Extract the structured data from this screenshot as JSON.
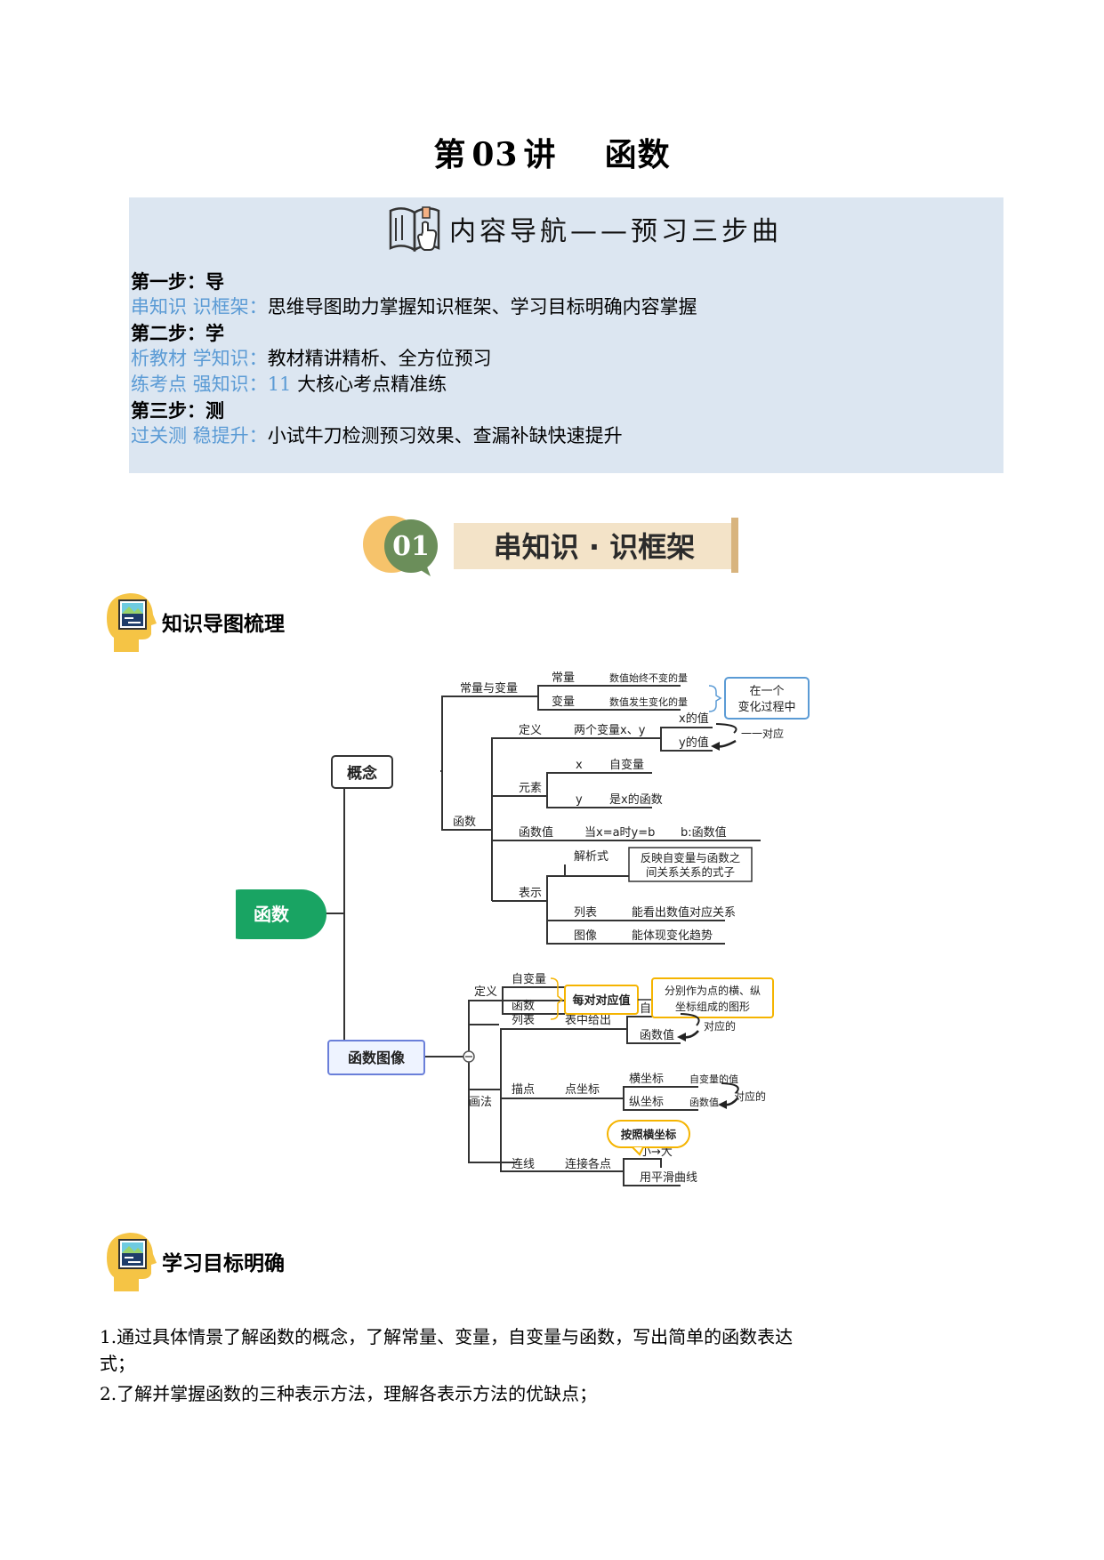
{
  "title": {
    "prefix": "第",
    "number": "03",
    "suffix": "讲",
    "topic": "函数"
  },
  "nav": {
    "title": "内容导航——预习三步曲",
    "steps": [
      {
        "heading": "第一步：导",
        "lines": [
          {
            "tag": "串知识 识框架：",
            "text": "思维导图助力掌握知识框架、学习目标明确内容掌握"
          }
        ]
      },
      {
        "heading": "第二步：学",
        "lines": [
          {
            "tag": "析教材 学知识：",
            "text": "教材精讲精析、全方位预习"
          },
          {
            "tag": "练考点 强知识：",
            "num": "11",
            "text": "大核心考点精准练"
          }
        ]
      },
      {
        "heading": "第三步：测",
        "lines": [
          {
            "tag": "过关测 稳提升：",
            "text": "小试牛刀检测预习效果、查漏补缺快速提升"
          }
        ]
      }
    ]
  },
  "section1": {
    "number": "01",
    "label": "串知识 · 识框架"
  },
  "subheads": {
    "mindmap": "知识导图梳理",
    "goals": "学习目标明确"
  },
  "mindmap": {
    "root": "函数",
    "concept": "概念",
    "graph": "函数图像",
    "const_var": "常量与变量",
    "constant": "常量",
    "constant_desc": "数值始终不变的量",
    "variable": "变量",
    "variable_desc": "数值发生变化的量",
    "in_process": [
      "在一个",
      "变化过程中"
    ],
    "function": "函数",
    "definition": "定义",
    "two_vars": "两个变量x、y",
    "x_value": "x的值",
    "y_value": "y的值",
    "one_to_one": "一一对应",
    "elements": "元素",
    "x": "x",
    "independent": "自变量",
    "y": "y",
    "y_is_fn": "是x的函数",
    "fn_value": "函数值",
    "when": "当x=a时y=b",
    "b_fn_value": "b:函数值",
    "representation": "表示",
    "analytic": "解析式",
    "analytic_desc": [
      "反映自变量与函数之",
      "间关系关系的式子"
    ],
    "table": "列表",
    "table_desc": "能看出数值对应关系",
    "image": "图像",
    "image_desc": "能体现变化趋势",
    "g_definition": "定义",
    "g_independent": "自变量",
    "g_function": "函数",
    "each_pair": "每对对应值",
    "pair_desc": [
      "分别作为点的横、纵",
      "坐标组成的图形"
    ],
    "drawing": "画法",
    "g_table": "列表",
    "table_given": "表中给出",
    "indep_value": "自变量的值",
    "fn_val2": "函数值",
    "correspond": "对应的",
    "plot": "描点",
    "point_coord": "点坐标",
    "abscissa": "横坐标",
    "indep_value2": "自变量的值",
    "ordinate": "纵坐标",
    "fn_val3": "函数值",
    "correspond2": "对应的",
    "by_abscissa": "按照横坐标",
    "connect": "连线",
    "connect_points": "连接各点",
    "small_big": "小→大",
    "smooth": "用平滑曲线"
  },
  "goals": [
    [
      "1.通过具体情景了解函数的概念，了解常量、变量，自变量与函数，写出简单的函数表达",
      "式；"
    ],
    [
      "2.了解并掌握函数的三种表示方法，理解各表示方法的优缺点；"
    ]
  ]
}
